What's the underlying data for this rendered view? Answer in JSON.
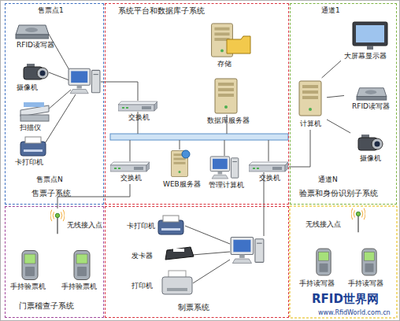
{
  "diagram": {
    "nodes": [
      {
        "text": [
          "售票子系统"
        ]
      },
      {
        "text": [
          "RFID读写器"
        ],
        "in": 0
      },
      {
        "text": [
          "摄像机"
        ],
        "in": 0
      },
      {
        "text": [
          "扫描仪"
        ],
        "in": 0
      },
      {
        "text": [
          "卡打印机"
        ],
        "in": 0
      },
      {
        "text": [
          "系统平台和数据库子系统"
        ]
      },
      {
        "text": [
          "存储"
        ],
        "in": 5
      },
      {
        "text": [
          "交换机"
        ],
        "in": 5
      },
      {
        "text": [
          "数据库服务器"
        ],
        "in": 5
      },
      {
        "text": [
          "交换机"
        ],
        "in": 5
      },
      {
        "text": [
          "WEB服务器"
        ],
        "in": 5
      },
      {
        "text": [
          "管理计算机"
        ],
        "in": 5
      },
      {
        "text": [
          "交换机"
        ],
        "in": 5
      },
      {
        "text": [
          "验票和身份识别子系统"
        ]
      },
      {
        "text": [
          "大屏幕显示器"
        ],
        "in": 13
      },
      {
        "text": [
          "计算机"
        ],
        "in": 13
      },
      {
        "text": [
          "RFID读写器"
        ],
        "in": 13
      },
      {
        "text": [
          "摄像机"
        ],
        "in": 13
      },
      {
        "text": [
          "门票稽查子系统"
        ]
      },
      {
        "text": [
          "无线接入点"
        ],
        "in": 18
      },
      {
        "text": [
          "手持验票机"
        ],
        "in": 18
      },
      {
        "text": [
          "手持验票机"
        ],
        "in": 18
      },
      {
        "text": [
          "制票系统"
        ]
      },
      {
        "text": [
          "卡打印机"
        ],
        "in": 22
      },
      {
        "text": [
          "发卡器"
        ],
        "in": 22
      },
      {
        "text": [
          "打印机"
        ],
        "in": 22
      },
      {
        "text": [
          "无线接入点"
        ]
      },
      {
        "text": [
          "手持读写器"
        ]
      },
      {
        "text": [
          "手持读写器"
        ]
      }
    ],
    "edges": [
      {
        "from": 9,
        "to": 19,
        "arrow": "none"
      },
      {
        "from": 15,
        "to": 14,
        "arrow": "none"
      },
      {
        "from": 15,
        "to": 16,
        "arrow": "none"
      },
      {
        "from": 15,
        "to": 17,
        "arrow": "none"
      },
      {
        "from": 12,
        "to": 15,
        "arrow": "none"
      }
    ],
    "labels": [
      "售票点1",
      "售票点N",
      "通道1",
      "通道N",
      "RFID世界网",
      "www.RfidWorld.com.cn"
    ]
  }
}
